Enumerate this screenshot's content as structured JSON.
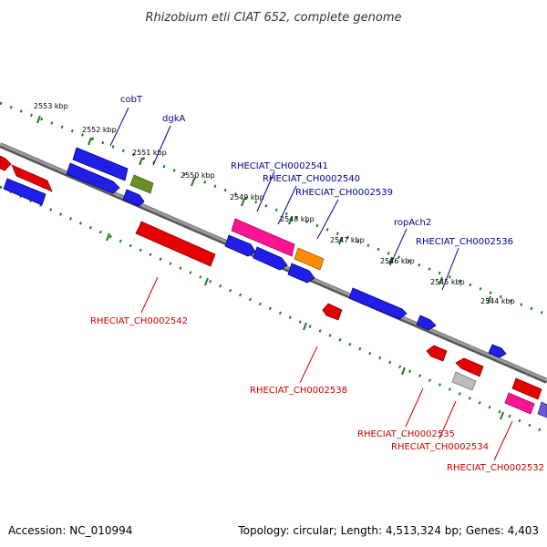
{
  "title": "Rhizobium etli CIAT 652, complete genome",
  "footer": {
    "accession": "Accession: NC_010994",
    "summary": "Topology: circular; Length: 4,513,324 bp; Genes: 4,403"
  },
  "colors": {
    "forward_label": "#00008b",
    "reverse_label": "#cc0000",
    "tick": "#1a7a1a",
    "backbone": "#808080"
  },
  "ticks": [
    "2553 kbp",
    "2552 kbp",
    "2551 kbp",
    "2550 kbp",
    "2549 kbp",
    "2548 kbp",
    "2547 kbp",
    "2546 kbp",
    "2545 kbp",
    "2544 kbp"
  ],
  "gene_labels": {
    "forward": [
      "cobT",
      "dgkA",
      "RHECIAT_CH0002541",
      "RHECIAT_CH0002540",
      "RHECIAT_CH0002539",
      "ropAch2",
      "RHECIAT_CH0002536"
    ],
    "reverse": [
      "RHECIAT_CH0002542",
      "RHECIAT_CH0002538",
      "RHECIAT_CH0002535",
      "RHECIAT_CH0002534",
      "RHECIAT_CH0002532"
    ]
  }
}
